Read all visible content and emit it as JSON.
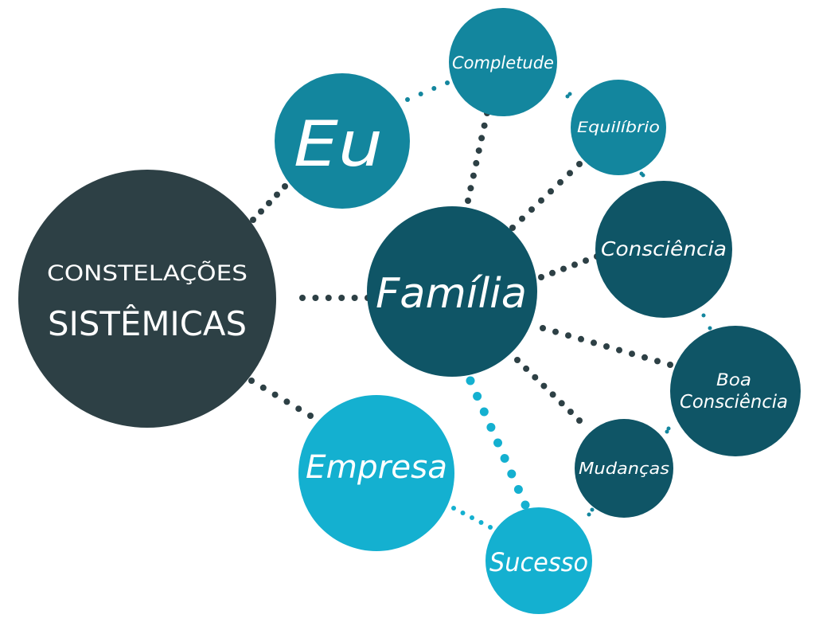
{
  "colors": {
    "dark_slate": "#2d4045",
    "dark_teal": "#0f5566",
    "teal": "#13869e",
    "light_teal": "#14b0d0",
    "text": "#ffffff"
  },
  "nodes": {
    "constelacoes": {
      "line1": "CONSTELAÇÕES",
      "line2": "SISTÊMICAS"
    },
    "eu": {
      "label": "Eu"
    },
    "familia": {
      "label": "Família"
    },
    "empresa": {
      "label": "Empresa"
    },
    "completude": {
      "label": "Completude"
    },
    "equilibrio": {
      "label": "Equilíbrio"
    },
    "consciencia": {
      "label": "Consciência"
    },
    "boa_consciencia": {
      "line1": "Boa",
      "line2": "Consciência"
    },
    "mudancas": {
      "label": "Mudanças"
    },
    "sucesso": {
      "label": "Sucesso"
    }
  }
}
